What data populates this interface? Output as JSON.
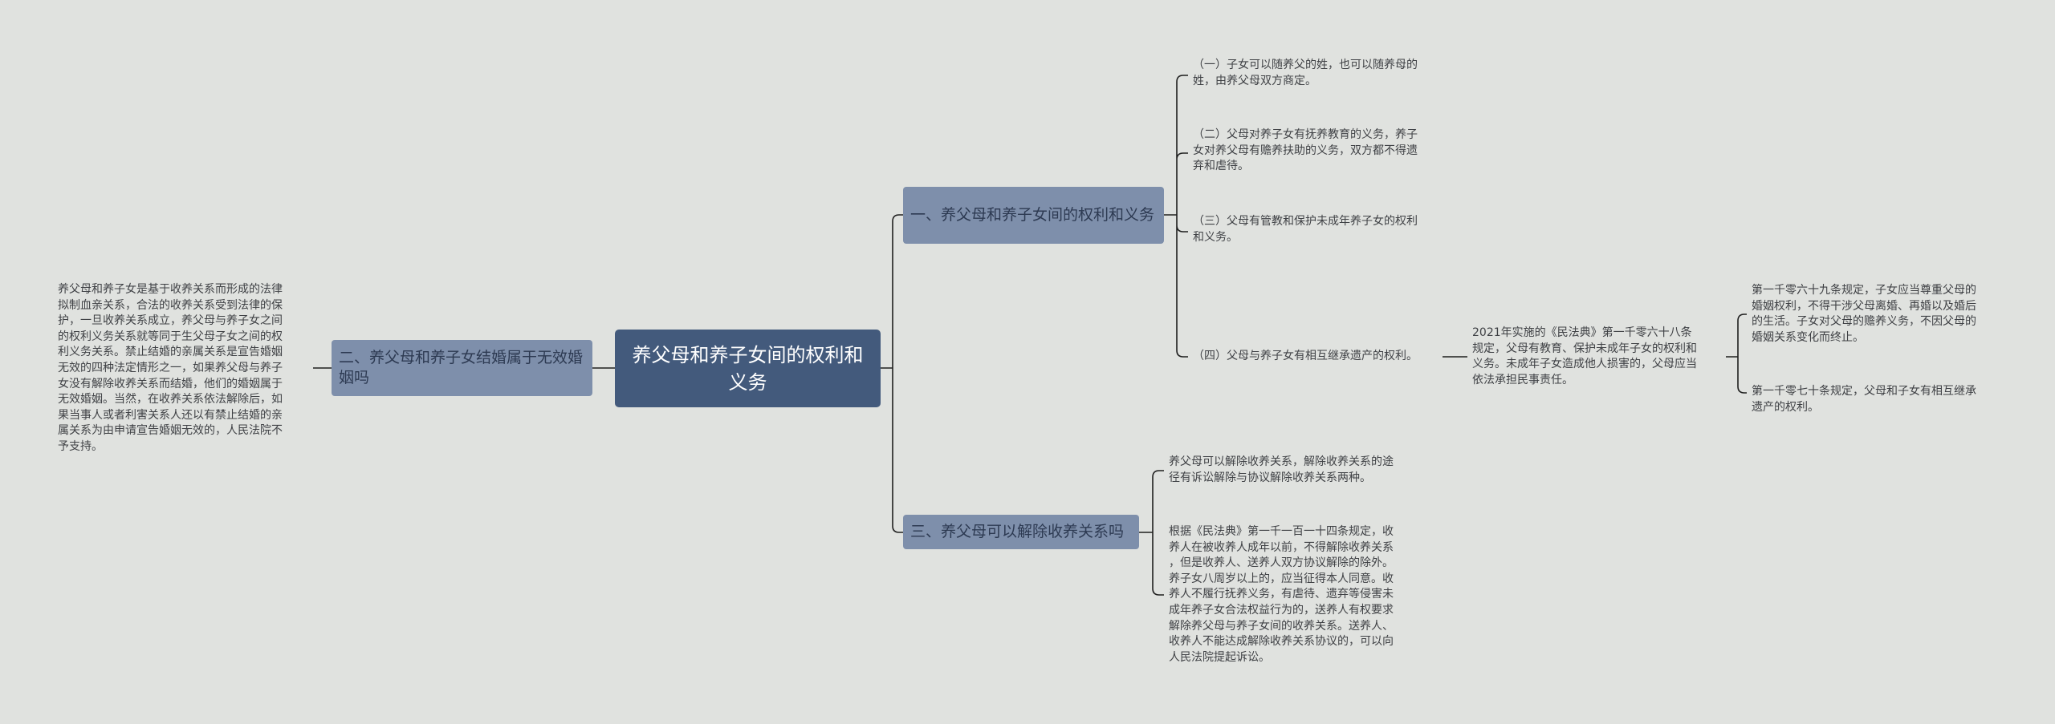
{
  "root": {
    "label": "养父母和养子女间的权利和义务"
  },
  "branches": {
    "rights": {
      "label": "一、养父母和养子女间的权利和义务",
      "items": [
        "（一）子女可以随养父的姓，也可以随养母的\n姓，由养父母双方商定。",
        "（二）父母对养子女有抚养教育的义务，养子\n女对养父母有赡养扶助的义务，双方都不得遗\n弃和虐待。",
        "（三）父母有管教和保护未成年养子女的权利\n和义务。",
        "（四）父母与养子女有相互继承遗产的权利。"
      ],
      "civil_code": "2021年实施的《民法典》第一千零六十八条\n规定，父母有教育、保护未成年子女的权利和\n义务。未成年子女造成他人损害的，父母应当\n依法承担民事责任。",
      "articles": [
        "第一千零六十九条规定，子女应当尊重父母的\n婚姻权利，不得干涉父母离婚、再婚以及婚后\n的生活。子女对父母的赡养义务，不因父母的\n婚姻关系变化而终止。",
        "第一千零七十条规定，父母和子女有相互继承\n遗产的权利。"
      ]
    },
    "invalid": {
      "label": "二、养父母和养子女结婚属于无效婚姻吗",
      "text": "养父母和养子女是基于收养关系而形成的法律\n拟制血亲关系，合法的收养关系受到法律的保\n护，一旦收养关系成立，养父母与养子女之间\n的权利义务关系就等同于生父母子女之间的权\n利义务关系。禁止结婚的亲属关系是宣告婚姻\n无效的四种法定情形之一，如果养父母与养子\n女没有解除收养关系而结婚，他们的婚姻属于\n无效婚姻。当然，在收养关系依法解除后，如\n果当事人或者利害关系人还以有禁止结婚的亲\n属关系为由申请宣告婚姻无效的，人民法院不\n予支持。"
    },
    "dissolve": {
      "label": "三、养父母可以解除收养关系吗",
      "items": [
        "养父母可以解除收养关系，解除收养关系的途\n径有诉讼解除与协议解除收养关系两种。",
        "根据《民法典》第一千一百一十四条规定，收\n养人在被收养人成年以前，不得解除收养关系\n，但是收养人、送养人双方协议解除的除外。\n养子女八周岁以上的，应当征得本人同意。收\n养人不履行抚养义务，有虐待、遗弃等侵害未\n成年养子女合法权益行为的，送养人有权要求\n解除养父母与养子女间的收养关系。送养人、\n收养人不能达成解除收养关系协议的，可以向\n人民法院提起诉讼。"
      ]
    }
  },
  "colors": {
    "background": "#e0e2df",
    "root": "#435a7c",
    "branch": "#7e8fab",
    "line": "#1f1f1f"
  }
}
